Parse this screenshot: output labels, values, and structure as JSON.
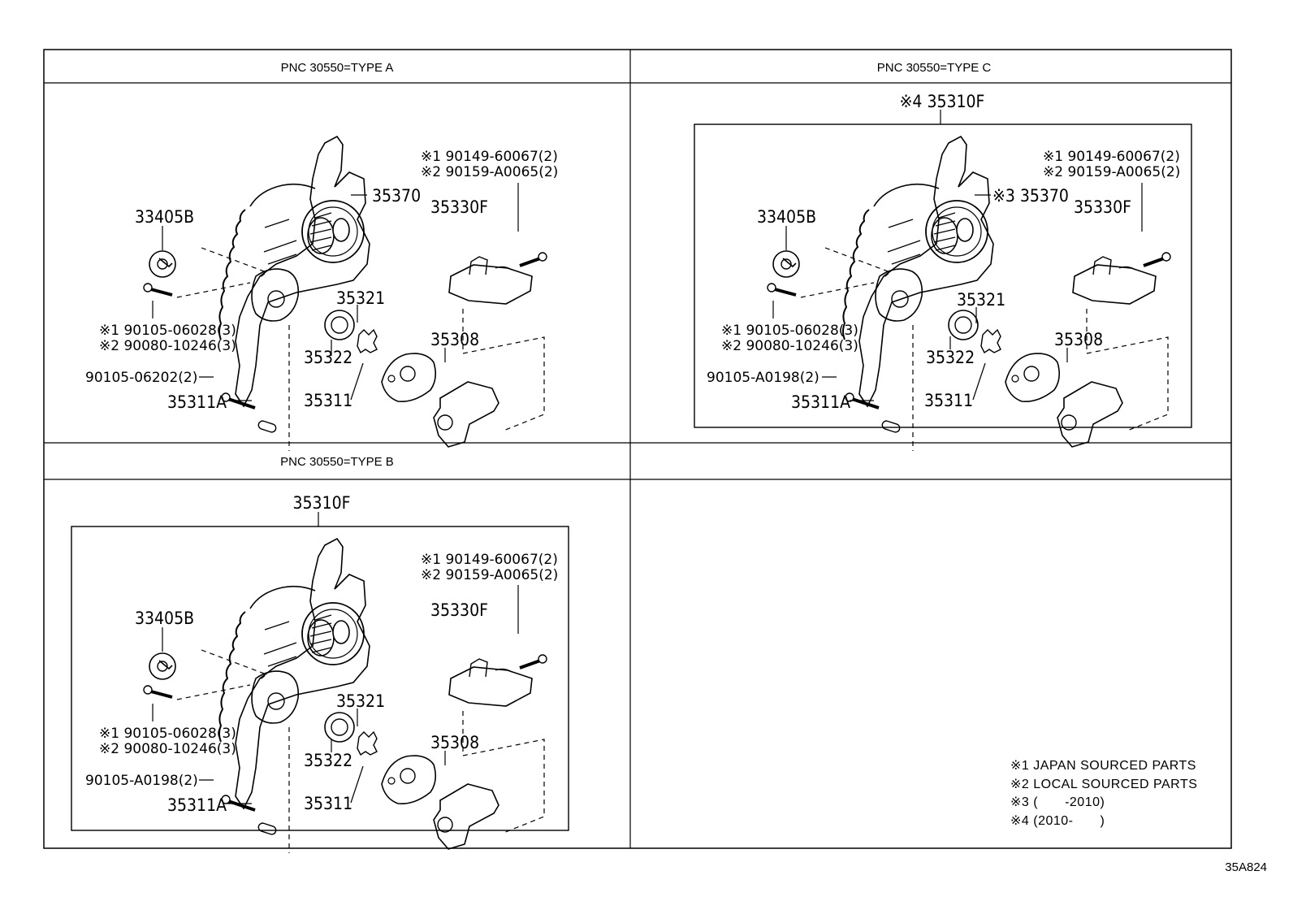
{
  "panels": {
    "type_a": {
      "header": "PNC 30550=TYPE A",
      "labels": {
        "p35370": "35370",
        "p33405b": "33405B",
        "p35330f": "35330F",
        "p35321": "35321",
        "p35322": "35322",
        "p35308": "35308",
        "p35311": "35311",
        "p35311a": "35311A",
        "bolt_top_1": "※1 90149-60067(2)",
        "bolt_top_2": "※2 90159-A0065(2)",
        "bolt_left_1": "※1 90105-06028(3)",
        "bolt_left_2": "※2 90080-10246(3)",
        "bolt_bottom": "90105-06202(2)"
      }
    },
    "type_c": {
      "header": "PNC 30550=TYPE C",
      "labels": {
        "assembly": "※4 35310F",
        "p35370": "※3 35370",
        "p33405b": "33405B",
        "p35330f": "35330F",
        "p35321": "35321",
        "p35322": "35322",
        "p35308": "35308",
        "p35311": "35311",
        "p35311a": "35311A",
        "bolt_top_1": "※1 90149-60067(2)",
        "bolt_top_2": "※2 90159-A0065(2)",
        "bolt_left_1": "※1 90105-06028(3)",
        "bolt_left_2": "※2 90080-10246(3)",
        "bolt_bottom": "90105-A0198(2)"
      }
    },
    "type_b": {
      "header": "PNC 30550=TYPE B",
      "labels": {
        "assembly": "35310F",
        "p33405b": "33405B",
        "p35330f": "35330F",
        "p35321": "35321",
        "p35322": "35322",
        "p35308": "35308",
        "p35311": "35311",
        "p35311a": "35311A",
        "bolt_top_1": "※1 90149-60067(2)",
        "bolt_top_2": "※2 90159-A0065(2)",
        "bolt_left_1": "※1 90105-06028(3)",
        "bolt_left_2": "※2 90080-10246(3)",
        "bolt_bottom": "90105-A0198(2)"
      }
    }
  },
  "legend": {
    "n1": "※1 JAPAN SOURCED PARTS",
    "n2": "※2 LOCAL SOURCED PARTS",
    "n3": "※3 (　　-2010)",
    "n4": "※4 (2010-　　)"
  },
  "diagram_code": "35A824"
}
